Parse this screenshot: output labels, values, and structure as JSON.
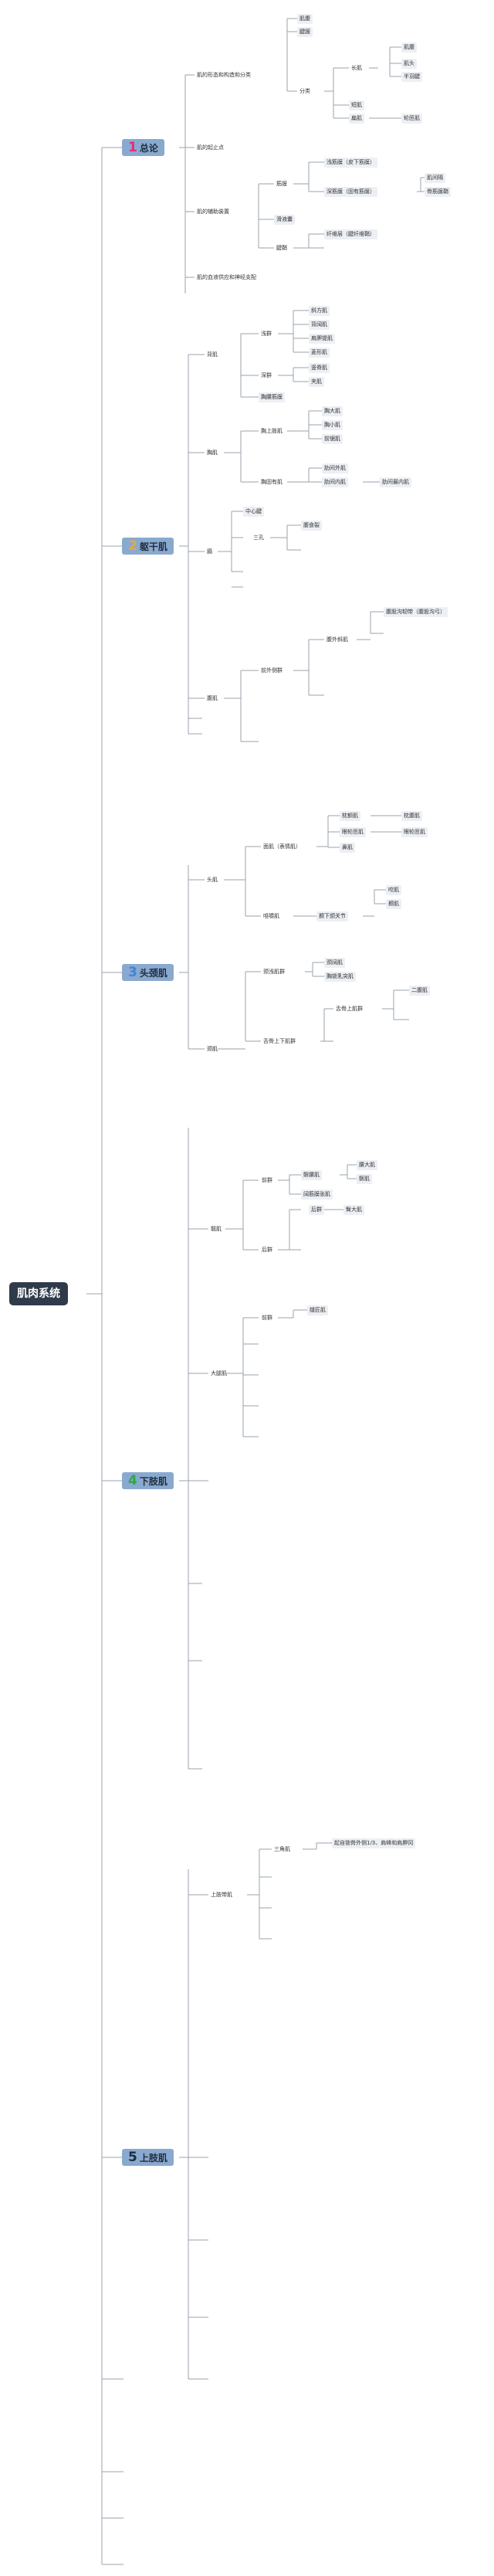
{
  "root": {
    "label": "肌肉系统"
  },
  "colors": {
    "line": "#9aa3ad",
    "root_bg": "#2f3a4a",
    "section_bg": "#8aa9cf",
    "num_1": "#e0307a",
    "num_2": "#e8a93a",
    "num_3": "#3a86d8",
    "num_4": "#2aa84a",
    "num_5": "#1f2d3d"
  },
  "sections": [
    {
      "num": "1",
      "label": "总论",
      "num_color": "num_1"
    },
    {
      "num": "2",
      "label": "躯干肌",
      "num_color": "num_2"
    },
    {
      "num": "3",
      "label": "头颈肌",
      "num_color": "num_3"
    },
    {
      "num": "4",
      "label": "下肢肌",
      "num_color": "num_4"
    },
    {
      "num": "5",
      "label": "上肢肌",
      "num_color": "num_5"
    }
  ],
  "s1": {
    "structure": "肌的形态和构造和分类",
    "belly": "肌腹",
    "tendon": "腱膜",
    "classification": "分类",
    "long": "长肌",
    "longs": [
      "肌腹",
      "肌头",
      "半羽腱"
    ],
    "short": "短肌",
    "flat": "扁肌",
    "ring": "轮匝肌",
    "origin": "肌的起止点",
    "aux": "肌的辅助装置",
    "fascia": "筋膜",
    "superficial": "浅筋膜（皮下筋膜）",
    "deep": "深筋膜（固有筋膜）",
    "deeps": [
      "肌间隔",
      "骨筋膜鞘"
    ],
    "bursa": "滑液囊",
    "sheath": "腱鞘",
    "fiber": "纤维层（腱纤维鞘）",
    "blood": "肌的血液供应和神经支配"
  },
  "s2": {
    "back": "背肌",
    "back_sup": "浅群",
    "back_sups": [
      "斜方肌",
      "背阔肌",
      "肩胛提肌",
      "菱形肌"
    ],
    "back_deep": "深群",
    "back_deeps": [
      "竖脊肌",
      "夹肌"
    ],
    "thoracolumbar": "胸腰筋膜",
    "chest": "胸肌",
    "chest_up": "胸上肢肌",
    "chest_ups": [
      "胸大肌",
      "胸小肌",
      "前锯肌"
    ],
    "chest_own": "胸固有肌",
    "chest_owns": [
      "肋间外肌",
      "肋间内肌"
    ],
    "innermost": "肋间最内肌",
    "diaphragm": "膈",
    "central": "中心腱",
    "hiatus": "三孔",
    "hiatus_sub": "腹食裂",
    "abdomen": "腹肌",
    "abd_lateral": "前外侧群",
    "abd_oblique": "腹外斜肌",
    "inguinal": "腹股沟韧带（腹股沟弓）"
  },
  "s3": {
    "face": "头肌",
    "expression": "面肌（表情肌）",
    "occ": "枕额肌",
    "occ_sub": "枕腹肌",
    "orb": "眼轮匝肌",
    "orb_sub": "眼轮匝肌",
    "nasal": "鼻肌",
    "masticatory": "咀嚼肌",
    "temporal_hint": "颞下颌关节",
    "mass": [
      "咬肌",
      "颞肌"
    ],
    "neck": "颈肌",
    "neck_sup": "颈浅肌群",
    "neck_sups": [
      "颈阔肌",
      "胸锁乳突肌"
    ],
    "hyoid": "舌骨上下肌群",
    "hyoid_sub": "舌骨上肌群",
    "digastric": "二腹肌"
  },
  "s4": {
    "hip": "髋肌",
    "hip_f": "前群",
    "iliopsoas": "髂腰肌",
    "iliopsoas_sub": [
      "腰大肌",
      "髂肌"
    ],
    "tfl": "阔筋膜张肌",
    "hip_b": "后群",
    "glute": "臀大肌",
    "thigh": "大腿肌",
    "thigh_f": "前群",
    "sartorius": "缝匠肌"
  },
  "s5": {
    "girdle": "上肢带肌",
    "deltoid": "三角肌",
    "deltoid_note": "起自锁骨外侧1/3、肩峰和肩胛冈"
  }
}
